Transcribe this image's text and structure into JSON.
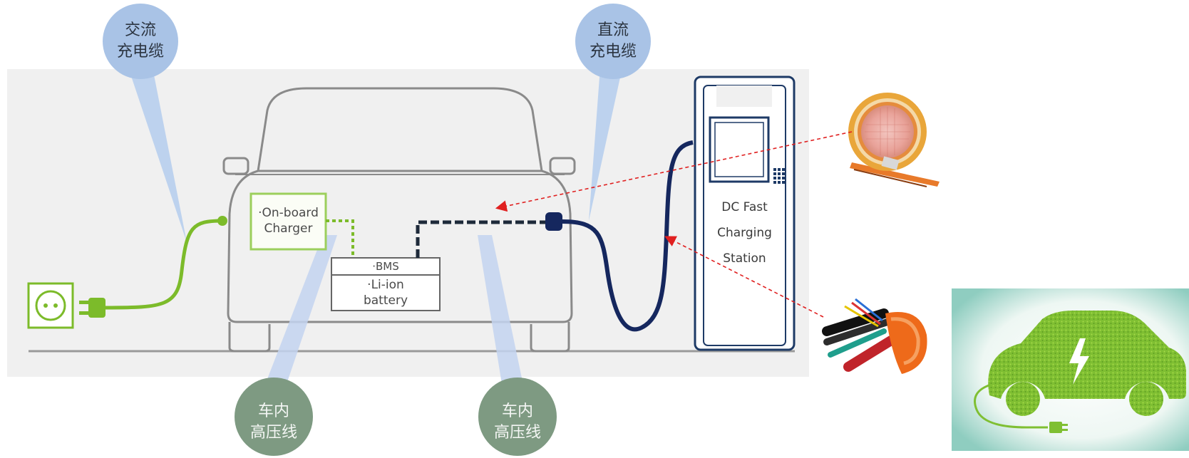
{
  "diagram": {
    "callouts": {
      "ac_cable": [
        "交流",
        "充电缆"
      ],
      "dc_cable": [
        "直流",
        "充电缆"
      ],
      "hv_left": [
        "车内",
        "高压线"
      ],
      "hv_right": [
        "车内",
        "高压线"
      ]
    },
    "onboard_charger": [
      "·On-board",
      "Charger"
    ],
    "bms": "·BMS",
    "battery": [
      "·Li-ion",
      "battery"
    ],
    "station": [
      "DC Fast",
      "Charging",
      "Station"
    ]
  },
  "images": {
    "cable_cross_section": "cable-cross-section-photo",
    "multicore_cable": "multicore-cable-photo",
    "green_ev_logo": "green-ev-logo"
  },
  "colors": {
    "callout_blue": "#a9c3e6",
    "callout_green": "#7e9a82",
    "ac_cable_green": "#7cbb2a",
    "dc_cable_navy": "#15275e",
    "annotation_red": "#e02020"
  }
}
